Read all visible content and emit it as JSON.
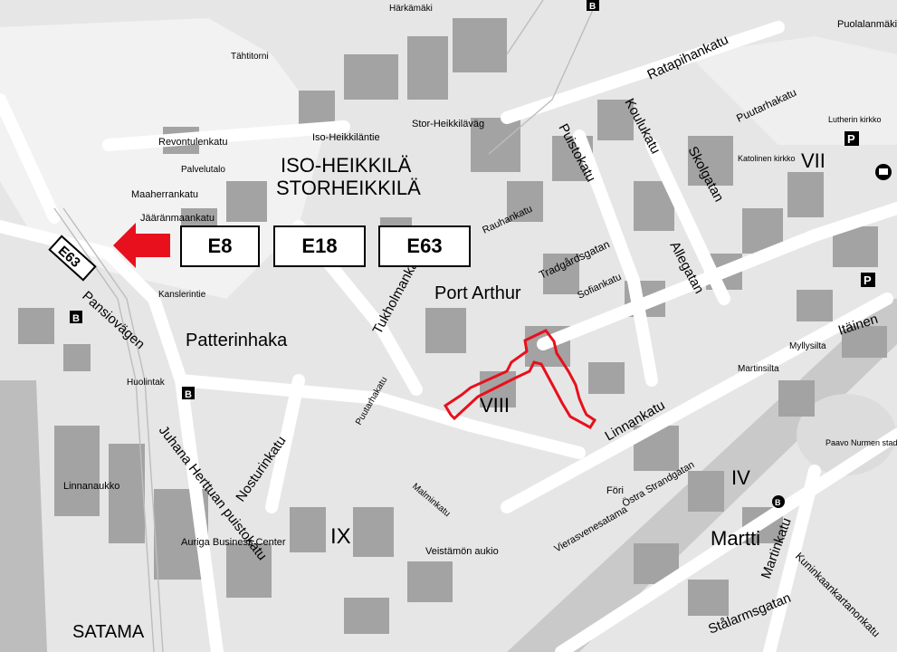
{
  "map": {
    "district_labels": [
      "ISO-HEIKKILÄ",
      "STORHEIKKILÄ",
      "Patterinhaka",
      "Port Arthur",
      "SATAMA",
      "Martti",
      "VIII",
      "VII",
      "IV",
      "IX"
    ],
    "street_labels": [
      "Ratapihankatu",
      "Puistokatu",
      "Koulukatu",
      "Skolgatan",
      "Allegatan",
      "Linnankatu",
      "Nosturinkatu",
      "Pansiovägen",
      "Tukholmankatu",
      "Juhana Herttuan puistokatu",
      "Martinkatu",
      "Stålarmsgatan",
      "Itäinen",
      "Maaherrankatu",
      "Jäärän­maankatu",
      "Revontulenkatu",
      "Iso-Heikkiläntie",
      "Stor-Heikkiläväg",
      "Puutarhakatu",
      "Östra Strandgatan",
      "Kunin­kaan­kartanon­katu",
      "Tradgårdsgatan",
      "Rauhankatu",
      "Sofiankatu",
      "Kanslerintie",
      "Huolintak",
      "Puutarhakatu",
      "Malminkatu",
      "Vierasvenesatama",
      "Föri",
      "Veistämön aukio",
      "Martinsilta",
      "Linnanaukko",
      "Paavo Nurmen stadion",
      "Auriga Business Center",
      "Härkämäki",
      "Tähtitorni",
      "Palvelutalo",
      "Katolinen kirkko",
      "Lutherin kirkko",
      "Puolalanmäki",
      "Myllysilta"
    ],
    "route_marker": "E63",
    "colors": {
      "highlight": "#e8101c",
      "arrow": "#e8101c",
      "buildings": "#9c9c9c",
      "roads": "#ffffff",
      "ground": "#e3e3e3",
      "water": "#cfcfcf",
      "top_strip": "#3e6e9e"
    },
    "icons": [
      "bus-station-icon",
      "parking-icon",
      "post-office-icon"
    ],
    "bus_labels": [
      "B",
      "B",
      "B",
      "B"
    ],
    "parking_labels": [
      "P",
      "P"
    ]
  },
  "overlay": {
    "arrow_icon": "red-left-arrow",
    "routes": [
      "E8",
      "E18",
      "E63"
    ]
  }
}
